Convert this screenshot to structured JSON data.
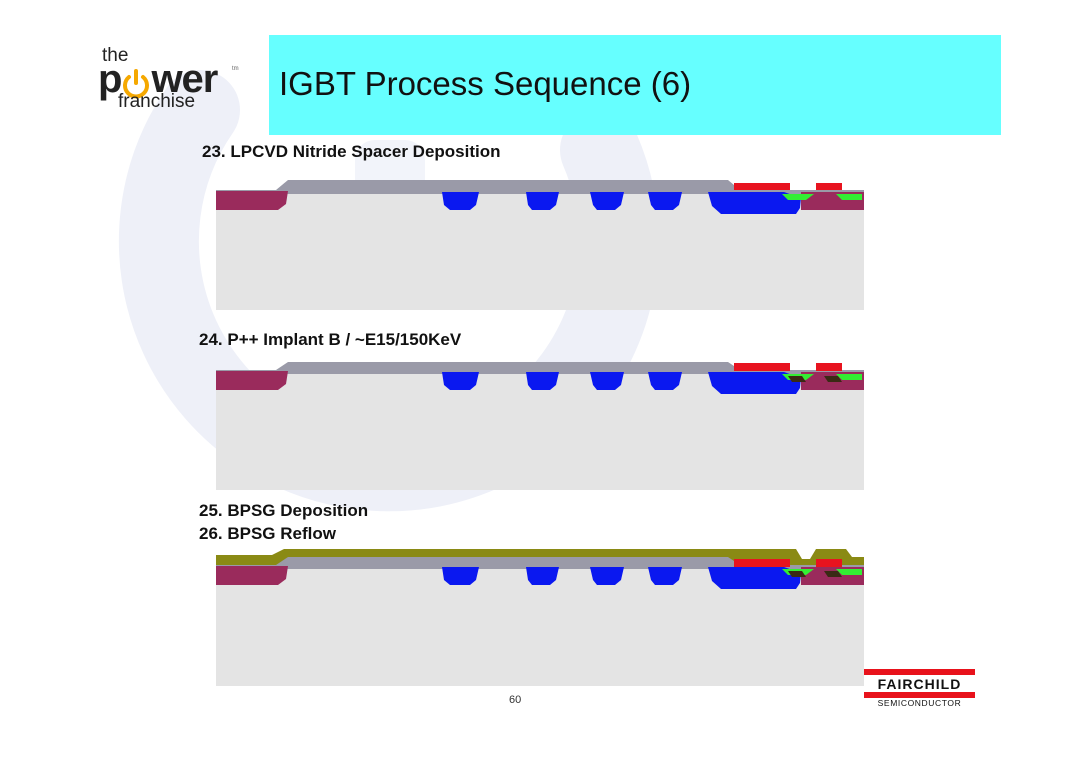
{
  "logo": {
    "line1": "the",
    "line2": "pwer",
    "line3": "franchise",
    "tm": "tm"
  },
  "title": "IGBT Process Sequence (6)",
  "steps": [
    {
      "label": "23. LPCVD Nitride Spacer Deposition"
    },
    {
      "label": "24. P++ Implant B / ~E15/150KeV"
    },
    {
      "label": "25. BPSG Deposition"
    },
    {
      "label": "26. BPSG Reflow"
    }
  ],
  "page_number": "60",
  "brand": {
    "name": "FAIRCHILD",
    "sub": "SEMICONDUCTOR"
  },
  "colors": {
    "title_bg": "#66ffff",
    "substrate": "#e4e4e4",
    "nitride": "#9a9aa8",
    "trench": "#0a18f0",
    "p_well": "#9a2b5c",
    "gate_metal": "#e8131f",
    "n_plus": "#33ee33",
    "bpsg": "#8a8a14",
    "watermark": "#eef0f8"
  }
}
